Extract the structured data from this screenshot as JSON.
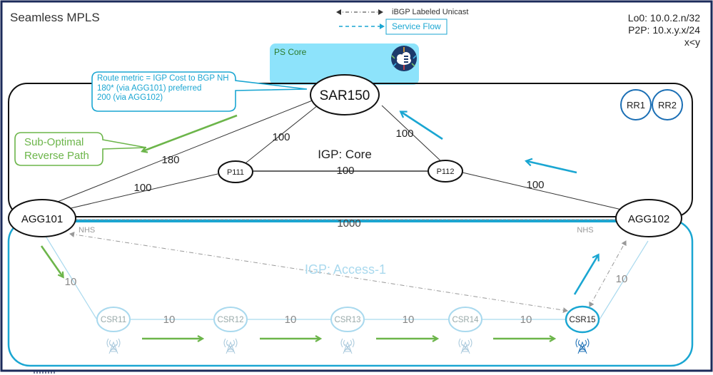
{
  "title": "Seamless MPLS",
  "legend": {
    "ibgp_label": "iBGP Labeled Unicast",
    "service_flow_label": "Service Flow"
  },
  "addressing": {
    "loopback": "Lo0: 10.0.2.n/32",
    "p2p": "P2P: 10.x.y.x/24",
    "note": "x<y"
  },
  "ps_core": {
    "label": "PS Core",
    "icon": "cloud-services-icon"
  },
  "callouts": {
    "route_metric": [
      "Route metric = IGP Cost to BGP NH",
      "180* (via AGG101) preferred",
      "200 (via AGG102)"
    ],
    "sub_optimal": [
      "Sub-Optimal",
      "Reverse Path"
    ]
  },
  "domains": {
    "core": "IGP: Core",
    "access": "IGP: Access-1"
  },
  "route_reflectors": [
    "RR1",
    "RR2"
  ],
  "nodes": {
    "sar": "SAR150",
    "p111": "P111",
    "p112": "P112",
    "agg101": "AGG101",
    "agg102": "AGG102",
    "csr": [
      "CSR11",
      "CSR12",
      "CSR13",
      "CSR14",
      "CSR15"
    ]
  },
  "nhs_label": "NHS",
  "link_costs": {
    "sar_agg101": "180",
    "sar_p111": "100",
    "sar_p112": "100",
    "p111_p112": "100",
    "p111_agg101": "100",
    "p112_agg102": "100",
    "agg101_agg102": "1000",
    "agg101_csr11": "10",
    "csr11_csr12": "10",
    "csr12_csr13": "10",
    "csr13_csr14": "10",
    "csr14_csr15": "10",
    "csr15_agg102": "10"
  },
  "colors": {
    "frame": "#1b2a5a",
    "service_blue": "#1aa6d2",
    "green_path": "#6cb54a",
    "ps_core_fill": "#8de3fb",
    "access_light": "#a9d9ee"
  }
}
